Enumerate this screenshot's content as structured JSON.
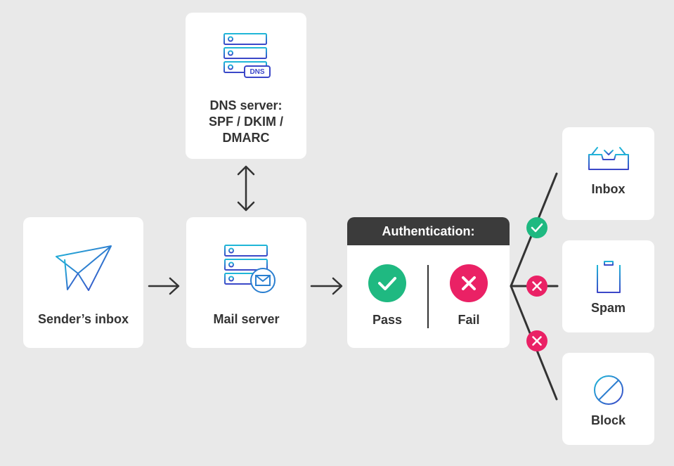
{
  "nodes": {
    "dns_server": {
      "label": "DNS server:\nSPF / DKIM /\nDMARC",
      "badge": "DNS"
    },
    "sender_inbox": {
      "label": "Sender’s inbox"
    },
    "mail_server": {
      "label": "Mail server"
    },
    "authentication": {
      "header": "Authentication:",
      "pass": "Pass",
      "fail": "Fail"
    },
    "inbox": {
      "label": "Inbox"
    },
    "spam": {
      "label": "Spam"
    },
    "block": {
      "label": "Block"
    }
  },
  "icons": {
    "dns": "server-stack-icon",
    "sender": "paper-plane-icon",
    "mail": "server-stack-mail-icon",
    "pass": "check-circle-icon",
    "fail": "x-circle-icon",
    "inbox": "inbox-tray-icon",
    "spam": "trash-can-icon",
    "block": "no-entry-icon"
  },
  "colors": {
    "pass_green": "#1fb981",
    "fail_red": "#ea2165",
    "header_dark": "#3b3b3b",
    "icon_gradient_start": "#1fb8d8",
    "icon_gradient_end": "#3b46c8"
  }
}
